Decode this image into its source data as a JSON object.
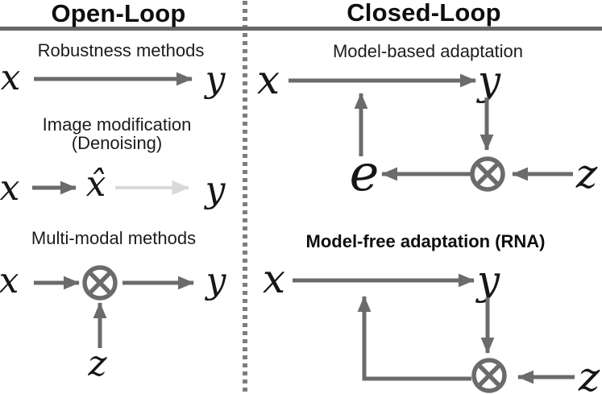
{
  "open_loop": {
    "header": "Open-Loop",
    "robustness": {
      "title": "Robustness methods",
      "input": "x",
      "output": "y"
    },
    "image_modification": {
      "title_line1": "Image modification",
      "title_line2": "(Denoising)",
      "input": "x",
      "modified": "x̂",
      "output": "y"
    },
    "multi_modal": {
      "title": "Multi-modal methods",
      "input": "x",
      "output": "y",
      "modality": "z"
    }
  },
  "closed_loop": {
    "header": "Closed-Loop",
    "model_based": {
      "title": "Model-based adaptation",
      "input": "x",
      "output": "y",
      "error": "e",
      "reference": "z"
    },
    "model_free": {
      "title": "Model-free adaptation (RNA)",
      "input": "x",
      "output": "y",
      "reference": "z"
    }
  },
  "colors": {
    "text": "#141414",
    "line": "#6b6b6b",
    "faded_line": "#d9d9d9",
    "rule": "#686868",
    "divider_dot": "#7e7e7e"
  }
}
